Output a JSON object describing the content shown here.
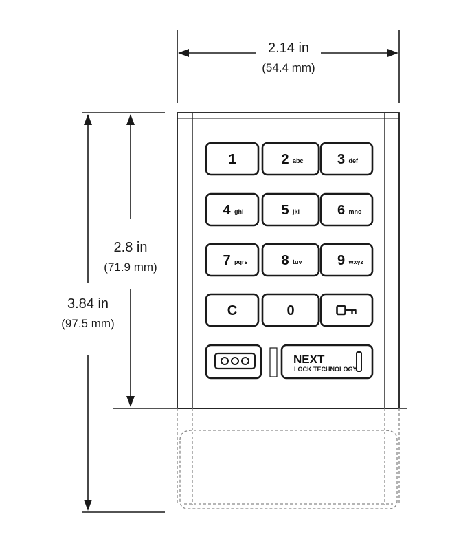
{
  "dimensions": {
    "width": {
      "imperial": "2.14 in",
      "metric": "(54.4 mm)"
    },
    "keypad_height": {
      "imperial": "2.8 in",
      "metric": "(71.9 mm)"
    },
    "total_height": {
      "imperial": "3.84 in",
      "metric": "(97.5 mm)"
    }
  },
  "keypad": {
    "rows": [
      [
        {
          "main": "1",
          "sub": ""
        },
        {
          "main": "2",
          "sub": "abc"
        },
        {
          "main": "3",
          "sub": "def"
        }
      ],
      [
        {
          "main": "4",
          "sub": "ghi"
        },
        {
          "main": "5",
          "sub": "jkl"
        },
        {
          "main": "6",
          "sub": "mno"
        }
      ],
      [
        {
          "main": "7",
          "sub": "pqrs"
        },
        {
          "main": "8",
          "sub": "tuv"
        },
        {
          "main": "9",
          "sub": "wxyz"
        }
      ],
      [
        {
          "main": "C",
          "sub": ""
        },
        {
          "main": "0",
          "sub": ""
        },
        {
          "main": "key",
          "sub": ""
        }
      ]
    ],
    "brand": "NEXT",
    "brand_sub": "LOCK TECHNOLOGY"
  },
  "colors": {
    "line": "#1a1a1a",
    "dashed": "#8a8a8a",
    "key_fill": "#ffffff"
  }
}
